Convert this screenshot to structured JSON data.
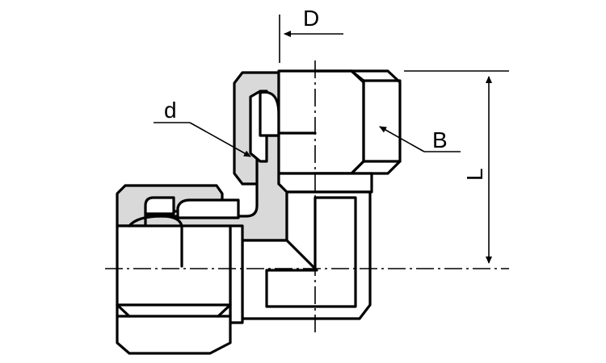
{
  "labels": {
    "D": "D",
    "d": "d",
    "B": "B",
    "L": "L"
  },
  "colors": {
    "section_fill": "#d9d9d9",
    "line": "#000000",
    "background": "#ffffff"
  }
}
